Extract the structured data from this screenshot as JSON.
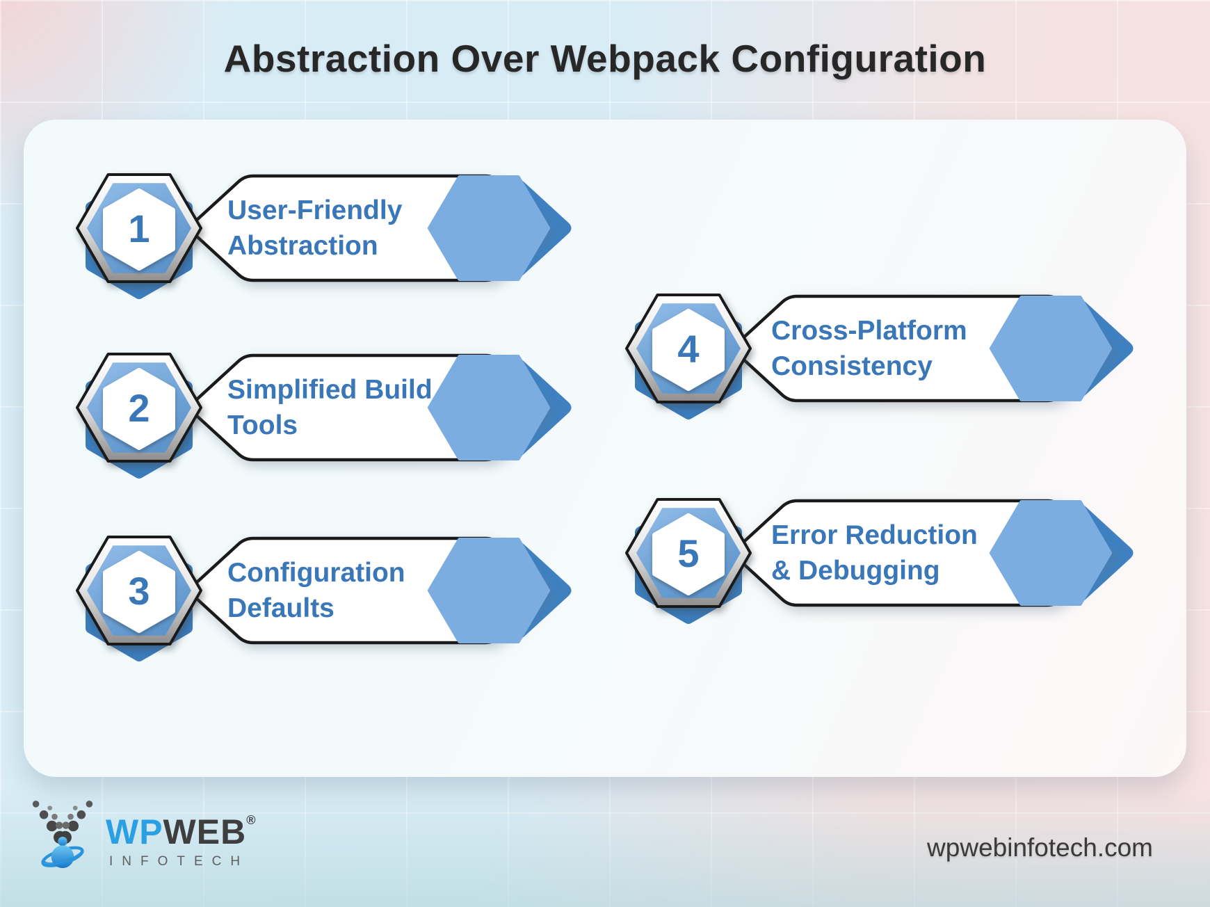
{
  "title": "Abstraction Over Webpack Configuration",
  "items": [
    {
      "number": "1",
      "line1": "User-Friendly",
      "line2": "Abstraction"
    },
    {
      "number": "2",
      "line1": "Simplified Build",
      "line2": "Tools"
    },
    {
      "number": "3",
      "line1": "Configuration",
      "line2": "Defaults"
    },
    {
      "number": "4",
      "line1": "Cross-Platform",
      "line2": "Consistency"
    },
    {
      "number": "5",
      "line1": "Error Reduction",
      "line2": "& Debugging"
    }
  ],
  "footer": {
    "brand": {
      "part1": "WP",
      "part2": "WEB",
      "registered": "®",
      "tagline": "INFOTECH"
    },
    "website": "wpwebinfotech.com"
  },
  "colors": {
    "accent_blue": "#3a77b8",
    "light_hex_blue": "#7cade0",
    "dark_hex_blue": "#3e80c0",
    "badge_back_blue": "#3b7cbb",
    "banner_border": "#1a1a1a",
    "background_blue": "#d7ecf6",
    "background_pink": "#f6e2e2",
    "title_color": "#272727"
  }
}
